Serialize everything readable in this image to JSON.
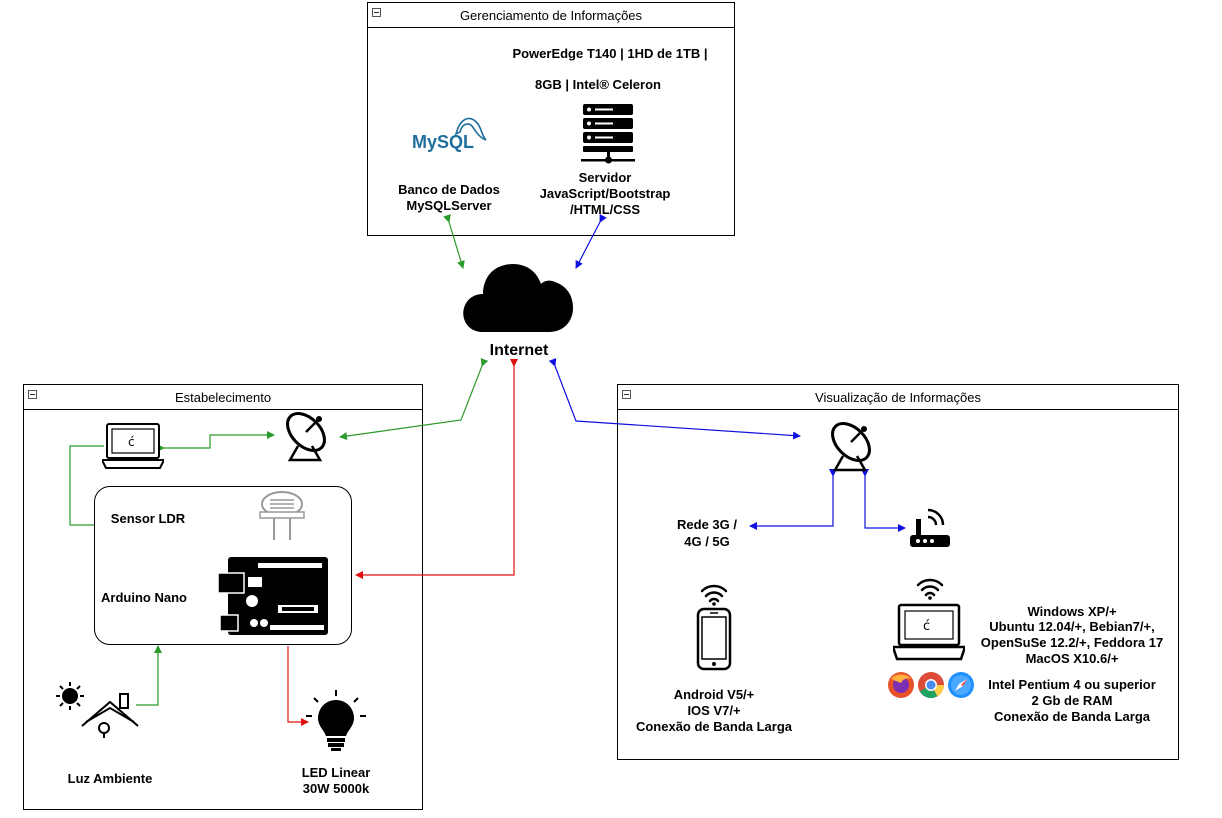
{
  "containers": {
    "info_management": {
      "title": "Gerenciamento de Informações"
    },
    "establishment": {
      "title": "Estabelecimento"
    },
    "visualization": {
      "title": "Visualização de Informações"
    }
  },
  "server": {
    "spec_line1": "PowerEdge T140 | 1HD de 1TB |",
    "spec_line2": "8GB | Intel® Celeron",
    "label_line1": "Servidor",
    "label_line2": "JavaScript/Bootstrap",
    "label_line3": "/HTML/CSS"
  },
  "database": {
    "logo_text": "MySQL",
    "label_line1": "Banco de Dados",
    "label_line2": "MySQLServer"
  },
  "internet": {
    "label": "Internet"
  },
  "establishment": {
    "sensor_label": "Sensor LDR",
    "arduino_label": "Arduino Nano",
    "ambient_label": "Luz Ambiente",
    "led_line1": "LED Linear",
    "led_line2": "30W 5000k"
  },
  "visualization": {
    "network_line1": "Rede 3G /",
    "network_line2": "4G / 5G",
    "mobile_line1": "Android V5/+",
    "mobile_line2": "IOS V7/+",
    "mobile_line3": "Conexão de Banda Larga",
    "desktop_os_line1": "Windows XP/+",
    "desktop_os_line2": "Ubuntu 12.04/+, Bebian7/+,",
    "desktop_os_line3": "OpenSuSe 12.2/+, Feddora 17",
    "desktop_os_line4": "MacOS X10.6/+",
    "desktop_hw_line1": "Intel Pentium 4 ou superior",
    "desktop_hw_line2": "2 Gb de RAM",
    "desktop_hw_line3": "Conexão de Banda Larga"
  },
  "colors": {
    "green_link": "#2a9a2a",
    "blue_link": "#1010e0",
    "red_link": "#e01010"
  },
  "icons": [
    "mysql-logo",
    "server-rack-icon",
    "cloud-icon",
    "laptop-icon",
    "satellite-dish-icon",
    "ldr-sensor-icon",
    "arduino-board-icon",
    "house-sun-icon",
    "bulb-icon",
    "router-icon",
    "wifi-icon",
    "smartphone-icon",
    "firefox-icon",
    "chrome-icon",
    "safari-icon"
  ]
}
